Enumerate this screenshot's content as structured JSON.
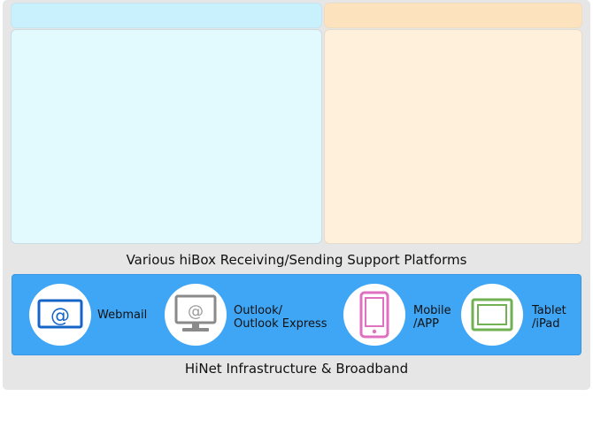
{
  "captions": {
    "platforms": "Various hiBox Receiving/Sending Support Platforms",
    "infrastructure": "HiNet Infrastructure & Broadband"
  },
  "clients": [
    {
      "icon": "webmail-at-screen-icon",
      "line1": "Webmail",
      "line2": ""
    },
    {
      "icon": "desktop-monitor-icon",
      "line1": "Outlook/",
      "line2": "Outlook Express"
    },
    {
      "icon": "mobile-phone-icon",
      "line1": "Mobile",
      "line2": "/APP"
    },
    {
      "icon": "tablet-icon",
      "line1": "Tablet",
      "line2": "/iPad"
    }
  ],
  "colors": {
    "band": "#3fa6f6",
    "left_head": "#c8f1fd",
    "left_body": "#e2f9fe",
    "right_head": "#fde3bd",
    "right_body": "#fef0da",
    "webmail_icon": "#1565c8",
    "desktop_icon": "#8a8a8a",
    "mobile_icon": "#e070c0",
    "tablet_icon": "#6fb153"
  }
}
